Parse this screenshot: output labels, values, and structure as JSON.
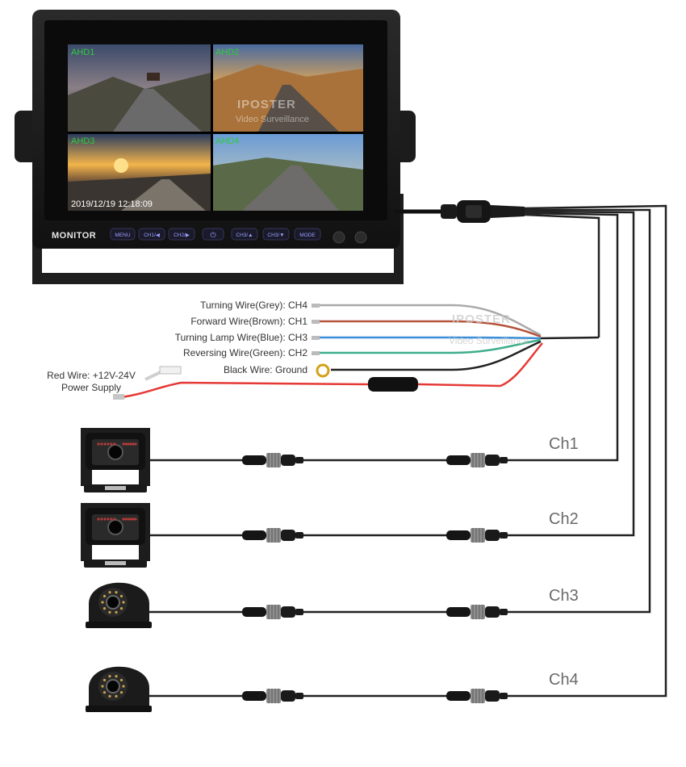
{
  "monitor": {
    "brand": "MONITOR",
    "channels": [
      "AHD1",
      "AHD2",
      "AHD3",
      "AHD4"
    ],
    "timestamp": "2019/12/19 12:18:09",
    "buttons": [
      "MENU",
      "CH1/◀",
      "CH2/▶",
      "⏻",
      "CH3/▲",
      "CH3/▼",
      "MODE"
    ]
  },
  "watermark": {
    "brand": "IPOSTER",
    "subtitle": "Video Surveillance"
  },
  "wires": [
    {
      "label": "Turning Wire(Grey): CH4",
      "color": "#a9a9a9"
    },
    {
      "label": "Forward Wire(Brown): CH1",
      "color": "#b5523b"
    },
    {
      "label": "Turning Lamp Wire(Blue): CH3",
      "color": "#3b8ed8"
    },
    {
      "label": "Reversing Wire(Green): CH2",
      "color": "#3fae8c"
    },
    {
      "label": "Black Wire: Ground",
      "color": "#222222"
    }
  ],
  "power": {
    "line1": "Red Wire: +12V-24V",
    "line2": "Power Supply",
    "color": "#e53935"
  },
  "cameras": [
    {
      "channel": "Ch1",
      "type": "bracket"
    },
    {
      "channel": "Ch2",
      "type": "bracket"
    },
    {
      "channel": "Ch3",
      "type": "dome"
    },
    {
      "channel": "Ch4",
      "type": "dome"
    }
  ]
}
